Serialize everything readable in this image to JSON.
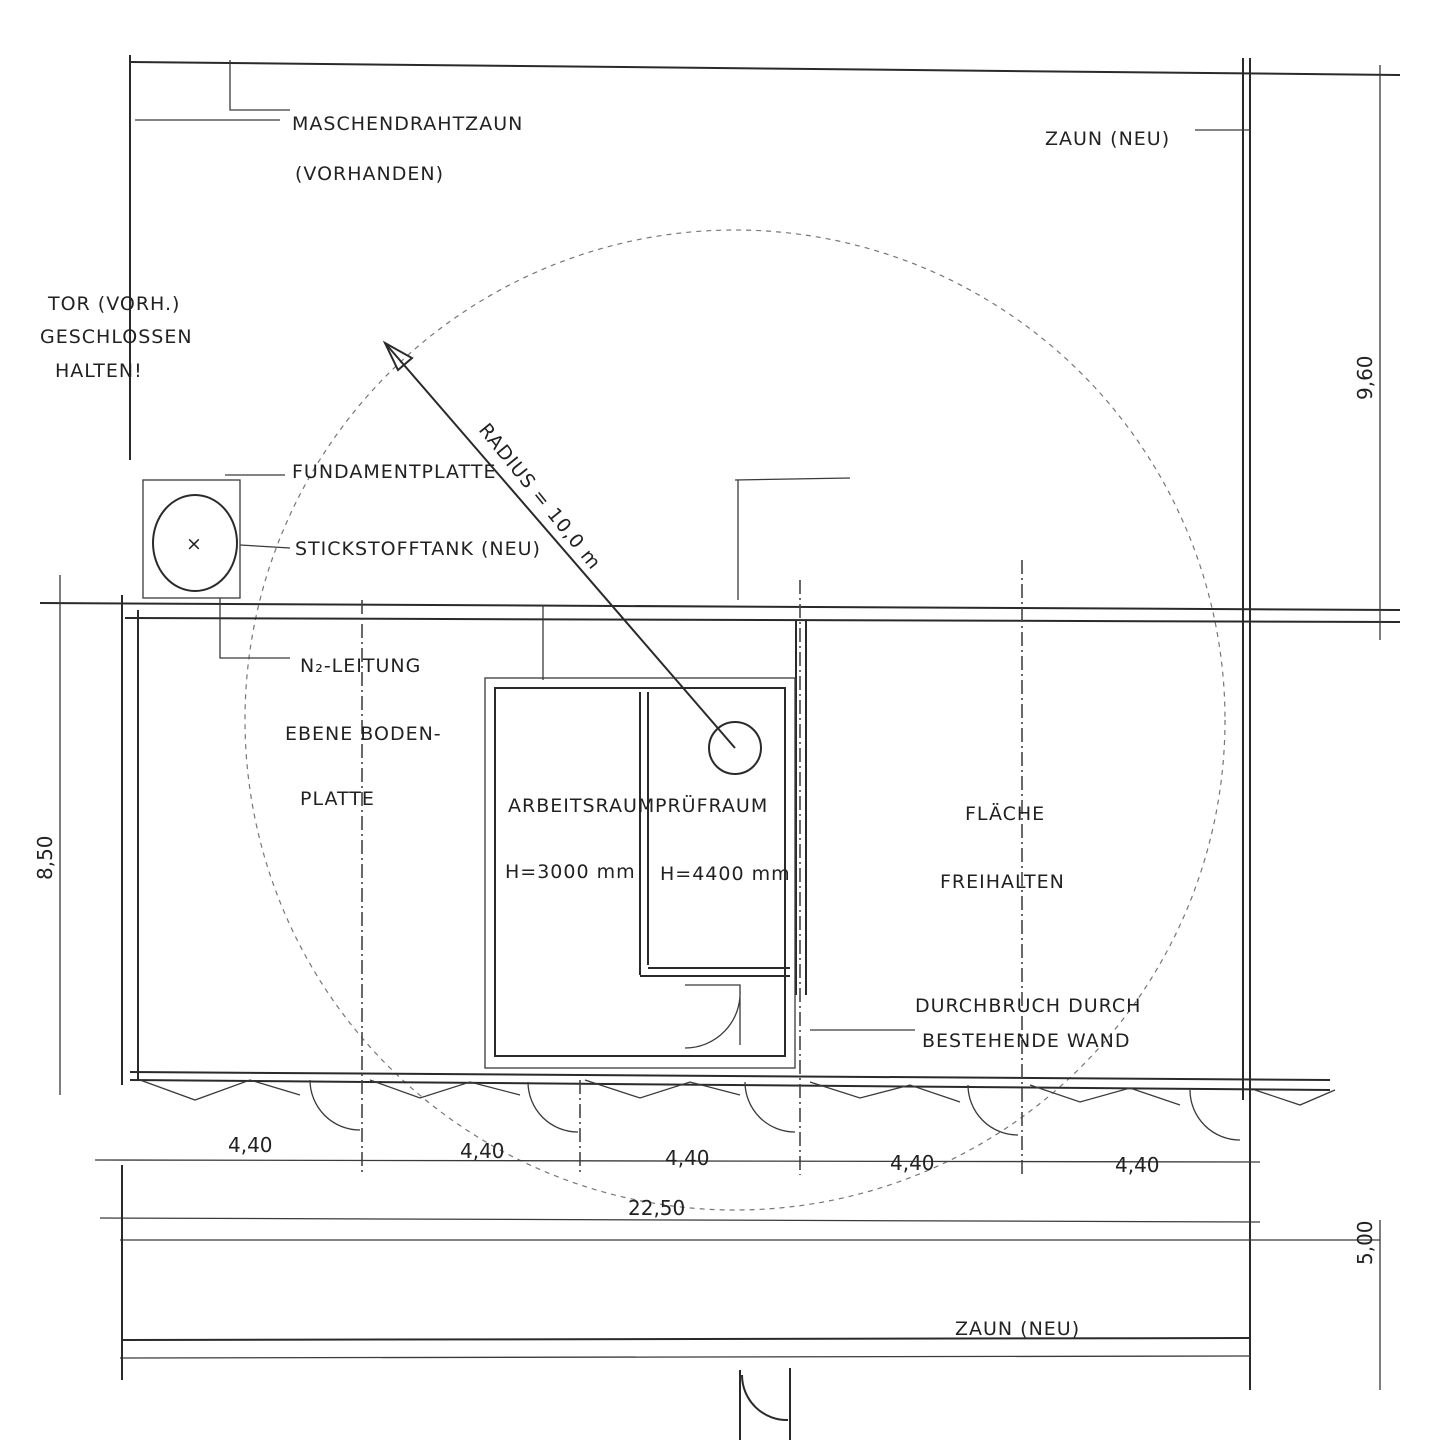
{
  "labels": {
    "mesh_fence": "MASCHENDRAHTZAUN",
    "mesh_fence_status": "(VORHANDEN)",
    "fence_new_top": "ZAUN (NEU)",
    "gate_line1": "TOR (VORH.)",
    "gate_line2": "GESCHLOSSEN",
    "gate_line3": "HALTEN!",
    "foundation": "FUNDAMENTPLATTE",
    "nitrogen_tank": "STICKSTOFFTANK (NEU)",
    "radius": "RADIUS = 10,0 m",
    "n2_line": "N₂-LEITUNG",
    "floor_slab_1": "EBENE BODEN-",
    "floor_slab_2": "PLATTE",
    "work_room": "ARBEITSRAUM",
    "work_room_height": "H=3000 mm",
    "test_room": "PRÜFRAUM",
    "test_room_height": "H=4400 mm",
    "keep_clear_1": "FLÄCHE",
    "keep_clear_2": "FREIHALTEN",
    "breakthrough_1": "DURCHBRUCH DURCH",
    "breakthrough_2": "BESTEHENDE WAND",
    "fence_new_bottom": "ZAUN (NEU)"
  },
  "dimensions": {
    "bays": [
      "4,40",
      "4,40",
      "4,40",
      "4,40",
      "4,40"
    ],
    "total_width": "22,50",
    "top_depth": "9,60",
    "building_depth": "8,50",
    "bottom_depth": "5,00"
  }
}
